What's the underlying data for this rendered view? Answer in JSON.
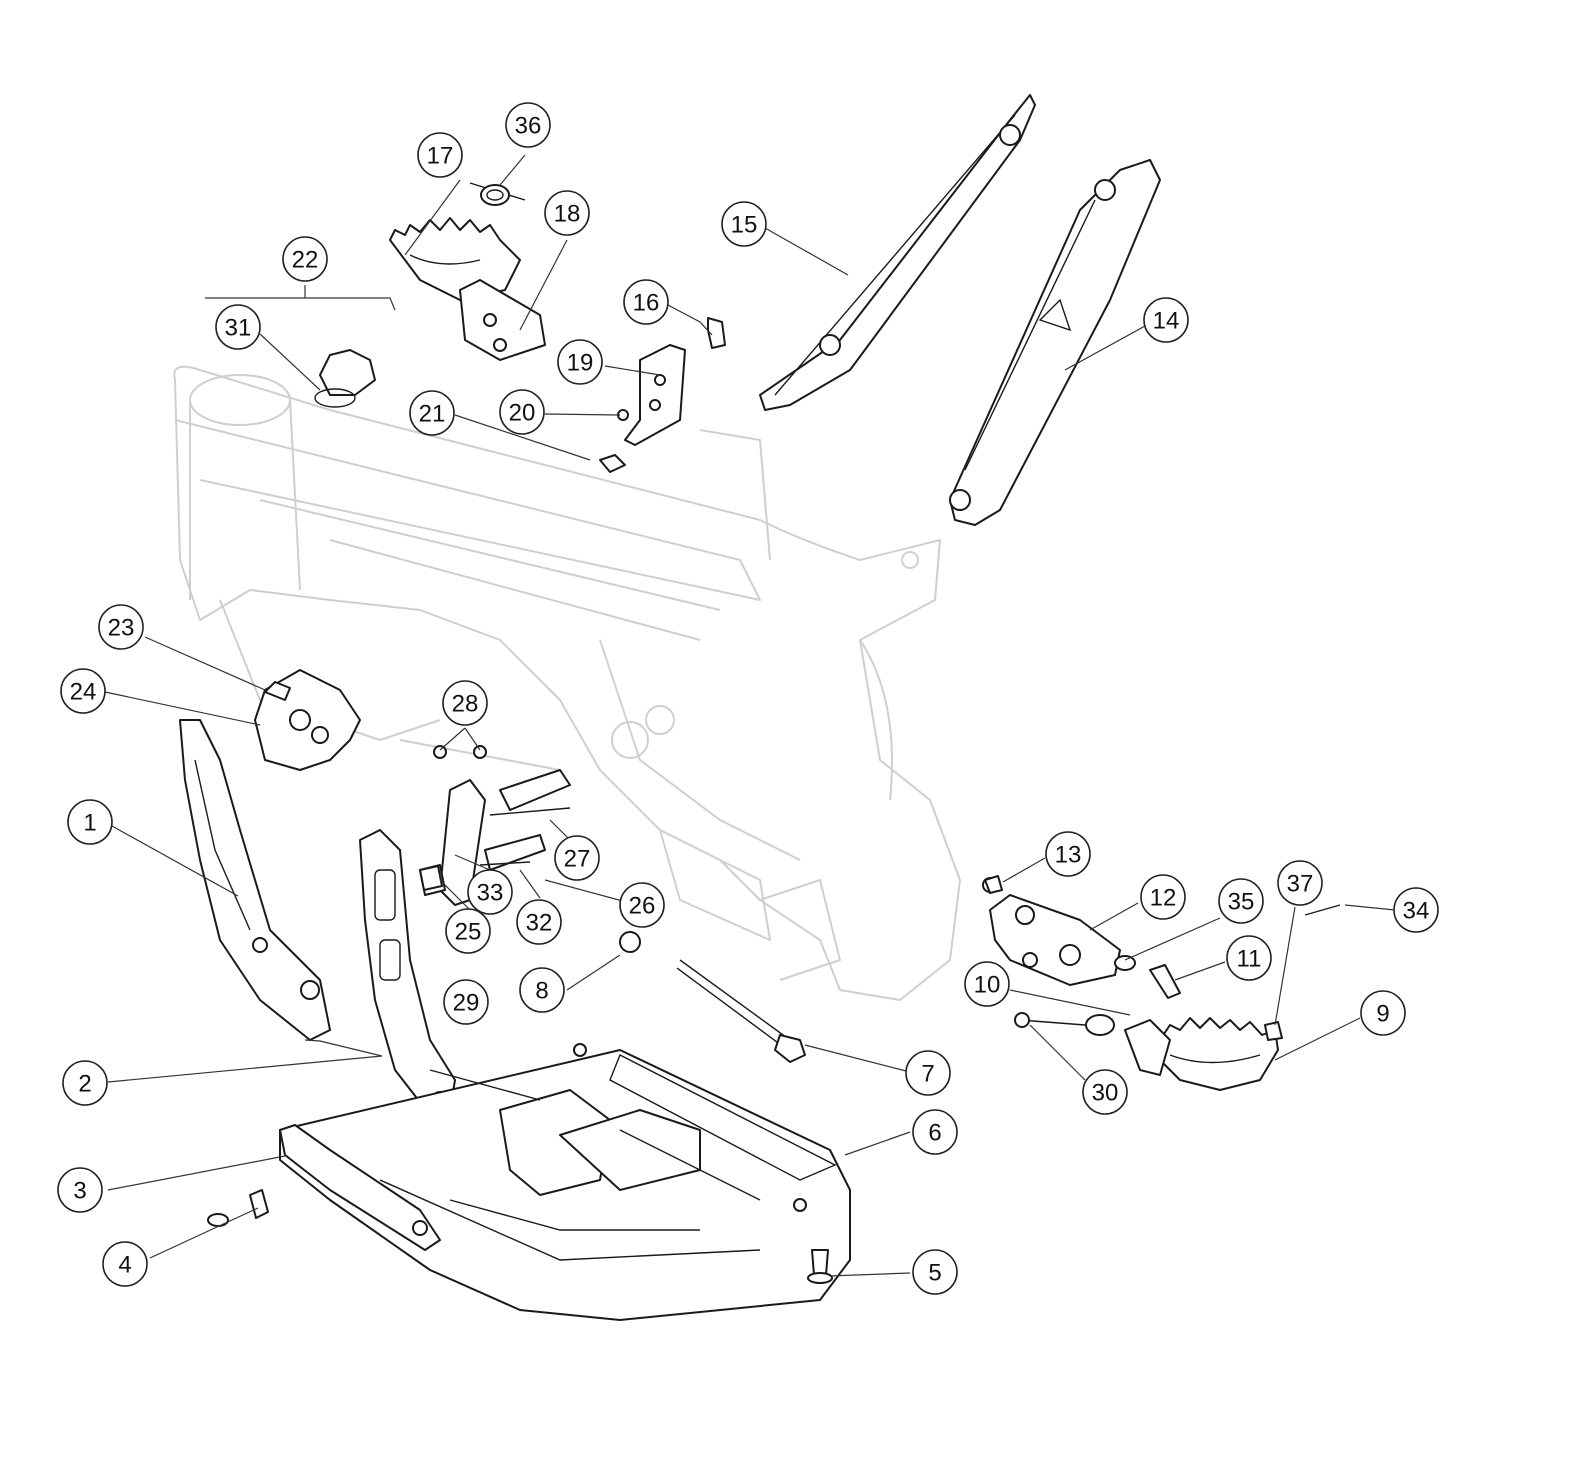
{
  "callouts": [
    "1",
    "2",
    "3",
    "4",
    "5",
    "6",
    "7",
    "8",
    "9",
    "10",
    "11",
    "12",
    "13",
    "14",
    "15",
    "16",
    "17",
    "18",
    "19",
    "20",
    "21",
    "22",
    "23",
    "24",
    "25",
    "26",
    "27",
    "28",
    "29",
    "30",
    "31",
    "32",
    "33",
    "34",
    "35",
    "36",
    "37"
  ]
}
